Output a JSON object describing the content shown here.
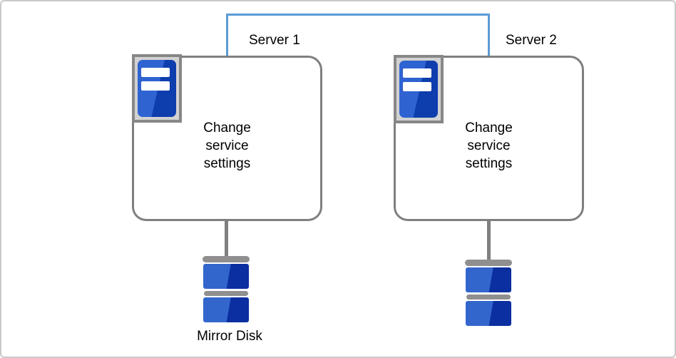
{
  "servers": [
    {
      "name": "Server 1",
      "action": "Change\nservice\nsettings"
    },
    {
      "name": "Server 2",
      "action": "Change\nservice\nsettings"
    }
  ],
  "disks": [
    {
      "label": "Mirror Disk"
    },
    {}
  ],
  "icons": {
    "server_icon": "server-tower-icon",
    "disk_icon": "mirror-disk-stack-icon"
  },
  "colors": {
    "connector_blue": "#5b9bd5",
    "box_border": "#7f7f7f",
    "canvas_border": "#c9c9c9",
    "icon_frame": "#878787",
    "icon_frame_fill": "#d2d2d2",
    "server_blue_light": "#2f63d2",
    "server_blue_dark": "#0e3dae",
    "disk_blue_light": "#3366cc",
    "disk_blue_dark": "#0b2fa0",
    "stem_gray": "#7f7f7f",
    "disk_cap_gray": "#8f8f8f",
    "text": "#000000"
  }
}
